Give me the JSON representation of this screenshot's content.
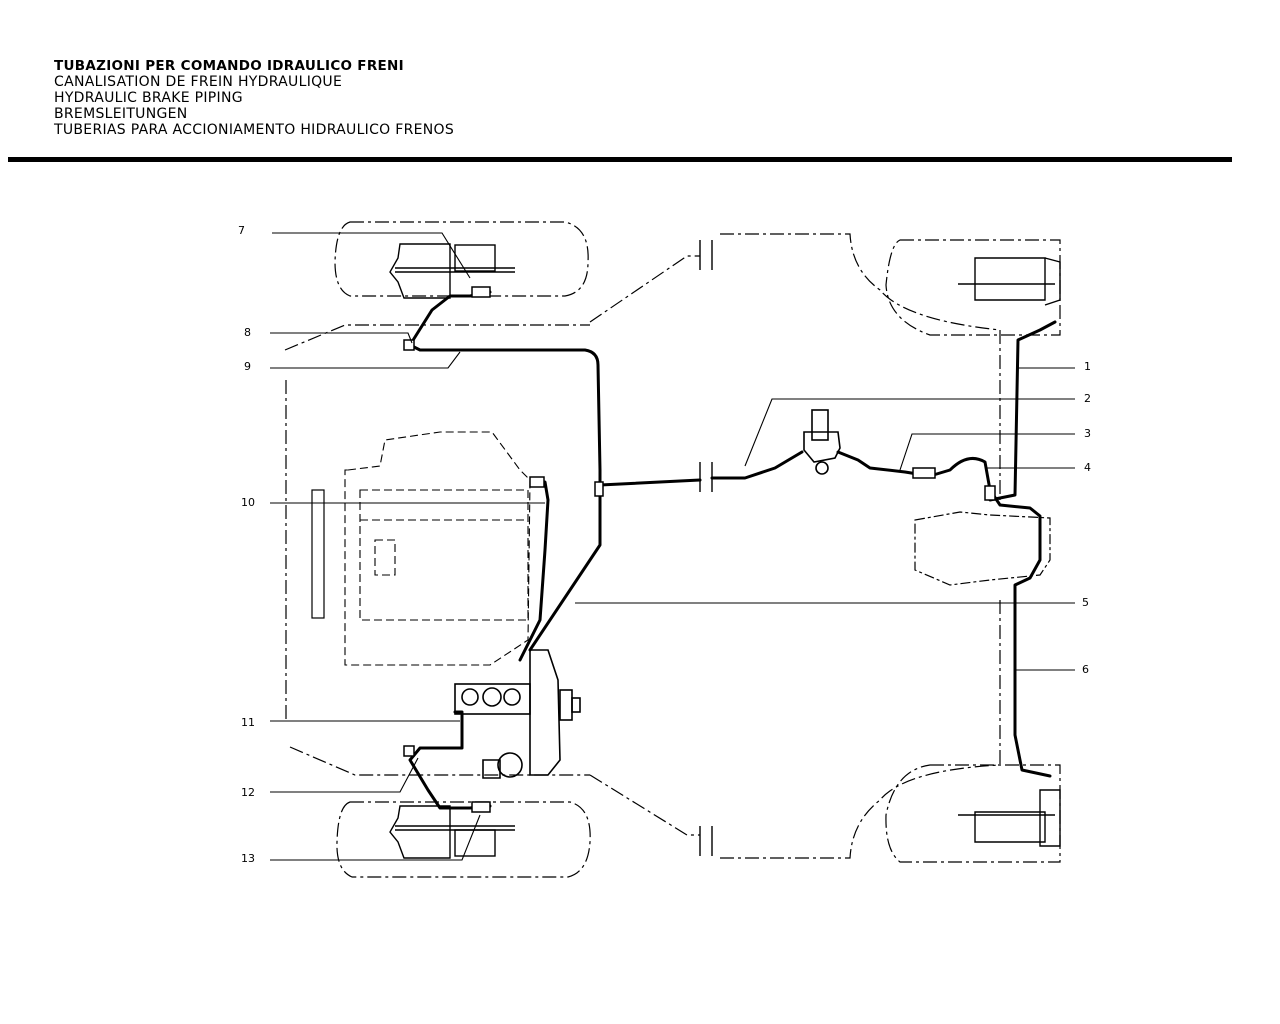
{
  "header": {
    "titles": [
      "TUBAZIONI PER COMANDO IDRAULICO FRENI",
      "CANALISATION DE FREIN HYDRAULIQUE",
      "HYDRAULIC BRAKE PIPING",
      "BREMSLEITUNGEN",
      "TUBERIAS PARA ACCIONIAMENTO HIDRAULICO FRENOS"
    ]
  },
  "callouts": {
    "c1": "1",
    "c2": "2",
    "c3": "3",
    "c4": "4",
    "c5": "5",
    "c6": "6",
    "c7": "7",
    "c8": "8",
    "c9": "9",
    "c10": "10",
    "c11": "11",
    "c12": "12",
    "c13": "13"
  }
}
